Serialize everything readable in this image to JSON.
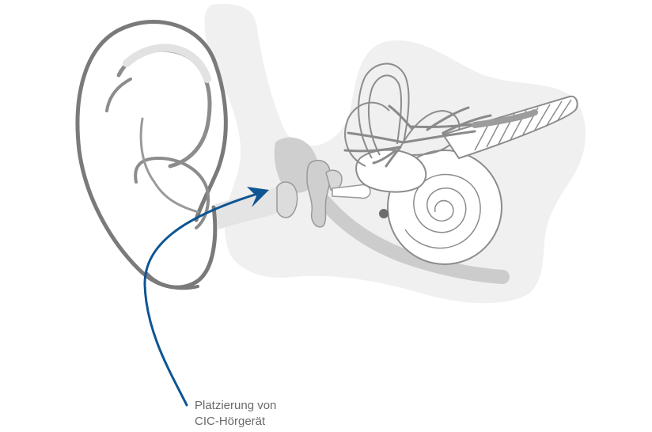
{
  "caption": {
    "line1": "Platzierung von",
    "line2": "CIC-Hörgerät"
  },
  "colors": {
    "outline": "#7a7a7a",
    "fill_light": "#eeeeee",
    "fill_mid": "#d6d6d6",
    "fill_dark": "#9c9c9c",
    "nerve": "#8a8a8a",
    "arrow": "#0f5593"
  },
  "icons": [
    "ear-diagram",
    "arrow-icon"
  ]
}
